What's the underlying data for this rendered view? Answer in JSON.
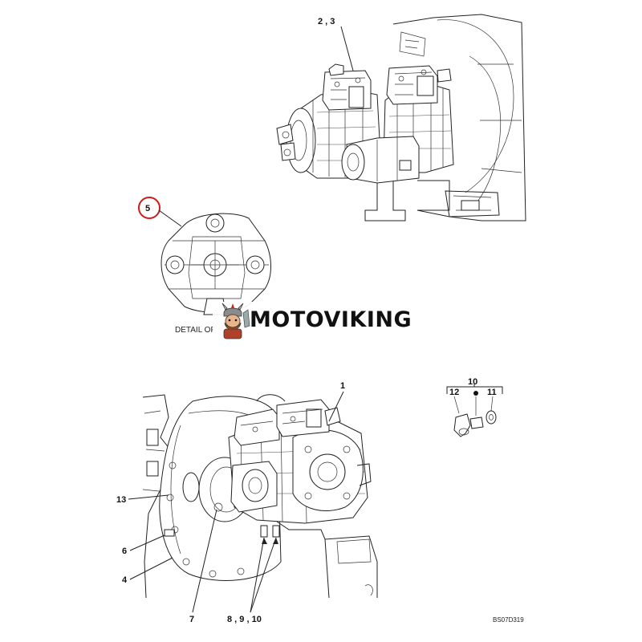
{
  "callouts": {
    "top_assembly": "2 , 3",
    "coupling": "5",
    "pump": "1",
    "fitting_group": "10",
    "fitting_12": "12",
    "fitting_11": "11",
    "bolt_13": "13",
    "bolt_6": "6",
    "flywheel_4": "4",
    "coupling_7": "7",
    "bolts_8_9_10": "8 , 9 , 10"
  },
  "detail_label": "DETAIL OF",
  "drawing_code": "BS07D319",
  "watermark": {
    "brand": "MOTOVIKING"
  },
  "colors": {
    "highlight_circle": "#d21c1c",
    "line": "#222222",
    "background": "#ffffff"
  }
}
